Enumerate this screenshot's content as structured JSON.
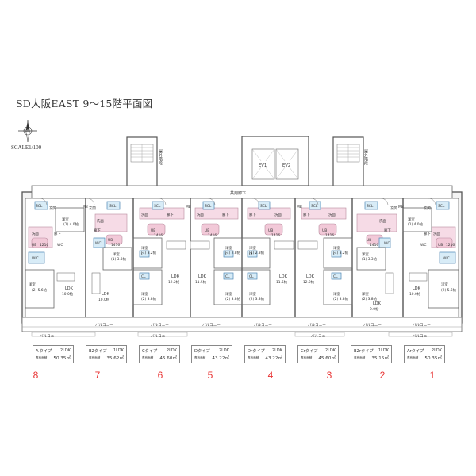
{
  "header": {
    "title": "SD大阪EAST 9～15階平面図",
    "scale": "SCALE1/100"
  },
  "labels": {
    "stair_left": "屋外階段",
    "stair_right": "屋外階段",
    "ev1": "EV1",
    "ev2": "EV2",
    "corridor": "共用廊下",
    "balcony": "バルコニー",
    "ldk": "LDK",
    "western": "洋室",
    "wic": "WIC",
    "scl": "SCL",
    "cl": "CL",
    "mb": "MB",
    "entrance": "玄関",
    "washroom": "洗面",
    "ub": "UB",
    "hall": "廊下",
    "wc": "WC",
    "ub_size": "1416",
    "ub_size_small": "1216"
  },
  "rooms": {
    "u1": {
      "ldk": "10.0帖",
      "w1": "(1) 4.0帖",
      "w2": "(2) 5.6帖"
    },
    "u2": {
      "ldk": "9.0帖",
      "w1": "(1) 3.3帖",
      "w2": "(2) 3.8帖"
    },
    "u3": {
      "ldk": "12.2帖",
      "w1": "(1) 3.2帖",
      "w2": "(2) 3.8帖"
    },
    "u4": {
      "ldk": "11.5帖",
      "w1": "(1) 2.8帖",
      "w2": "(2) 3.8帖"
    },
    "u5": {
      "ldk": "11.5帖",
      "w1": "(1) 2.8帖",
      "w2": "(2) 3.8帖"
    },
    "u6": {
      "ldk": "12.2帖",
      "w1": "(1) 3.2帖",
      "w2": "(2) 3.8帖"
    },
    "u7": {
      "ldk": "10.0帖",
      "w1": "(1) 3.3帖",
      "w2": ""
    },
    "u8": {
      "ldk": "10.0帖",
      "w1": "(1) 4.0帖",
      "w2": "(2) 5.6帖"
    }
  },
  "units": [
    {
      "num": "8",
      "name": "A タイプ",
      "type": "2LDK",
      "label": "専有面積",
      "area": "50.35㎡"
    },
    {
      "num": "7",
      "name": "B2タイプ",
      "type": "1LDK",
      "label": "専有面積",
      "area": "35.62㎡"
    },
    {
      "num": "6",
      "name": "Cタイプ",
      "type": "2LDK",
      "label": "専有面積",
      "area": "45.60㎡"
    },
    {
      "num": "5",
      "name": "Dタイプ",
      "type": "2LDK",
      "label": "専有面積",
      "area": "43.22㎡"
    },
    {
      "num": "4",
      "name": "Drタイプ",
      "type": "2LDK",
      "label": "専有面積",
      "area": "43.22㎡"
    },
    {
      "num": "3",
      "name": "Crタイプ",
      "type": "2LDK",
      "label": "専有面積",
      "area": "45.60㎡"
    },
    {
      "num": "2",
      "name": "B2rタイプ",
      "type": "1LDK",
      "label": "専有面積",
      "area": "35.15㎡"
    },
    {
      "num": "1",
      "name": "Arタイプ",
      "type": "2LDK",
      "label": "専有面積",
      "area": "50.35㎡"
    }
  ]
}
